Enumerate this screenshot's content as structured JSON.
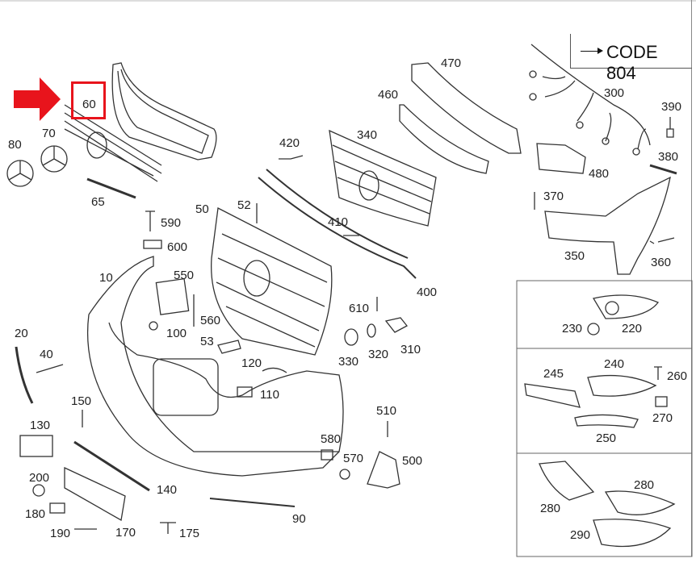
{
  "code_note": {
    "text": "CODE 804"
  },
  "highlighted_part": "60",
  "accent_color": "#e8141c",
  "parts": [
    {
      "id": "p60",
      "label": "60"
    },
    {
      "id": "p70",
      "label": "70"
    },
    {
      "id": "p80",
      "label": "80"
    },
    {
      "id": "p65",
      "label": "65"
    },
    {
      "id": "p590",
      "label": "590"
    },
    {
      "id": "p600",
      "label": "600"
    },
    {
      "id": "p50",
      "label": "50"
    },
    {
      "id": "p52",
      "label": "52"
    },
    {
      "id": "p10",
      "label": "10"
    },
    {
      "id": "p550",
      "label": "550"
    },
    {
      "id": "p560",
      "label": "560"
    },
    {
      "id": "p100",
      "label": "100"
    },
    {
      "id": "p53",
      "label": "53"
    },
    {
      "id": "p20",
      "label": "20"
    },
    {
      "id": "p40",
      "label": "40"
    },
    {
      "id": "p150",
      "label": "150"
    },
    {
      "id": "p130",
      "label": "130"
    },
    {
      "id": "p200",
      "label": "200"
    },
    {
      "id": "p180",
      "label": "180"
    },
    {
      "id": "p190",
      "label": "190"
    },
    {
      "id": "p170",
      "label": "170"
    },
    {
      "id": "p175",
      "label": "175"
    },
    {
      "id": "p140",
      "label": "140"
    },
    {
      "id": "p90",
      "label": "90"
    },
    {
      "id": "p120",
      "label": "120"
    },
    {
      "id": "p110",
      "label": "110"
    },
    {
      "id": "p420",
      "label": "420"
    },
    {
      "id": "p340",
      "label": "340"
    },
    {
      "id": "p410",
      "label": "410"
    },
    {
      "id": "p460",
      "label": "460"
    },
    {
      "id": "p470",
      "label": "470"
    },
    {
      "id": "p300",
      "label": "300"
    },
    {
      "id": "p390",
      "label": "390"
    },
    {
      "id": "p380",
      "label": "380"
    },
    {
      "id": "p480",
      "label": "480"
    },
    {
      "id": "p370",
      "label": "370"
    },
    {
      "id": "p350",
      "label": "350"
    },
    {
      "id": "p360",
      "label": "360"
    },
    {
      "id": "p400",
      "label": "400"
    },
    {
      "id": "p610",
      "label": "610"
    },
    {
      "id": "p330",
      "label": "330"
    },
    {
      "id": "p320",
      "label": "320"
    },
    {
      "id": "p310",
      "label": "310"
    },
    {
      "id": "p510",
      "label": "510"
    },
    {
      "id": "p580",
      "label": "580"
    },
    {
      "id": "p570",
      "label": "570"
    },
    {
      "id": "p500",
      "label": "500"
    },
    {
      "id": "p230",
      "label": "230"
    },
    {
      "id": "p220",
      "label": "220"
    },
    {
      "id": "p245",
      "label": "245"
    },
    {
      "id": "p240",
      "label": "240"
    },
    {
      "id": "p260",
      "label": "260"
    },
    {
      "id": "p270",
      "label": "270"
    },
    {
      "id": "p250",
      "label": "250"
    },
    {
      "id": "p280a",
      "label": "280"
    },
    {
      "id": "p280b",
      "label": "280"
    },
    {
      "id": "p290",
      "label": "290"
    }
  ]
}
